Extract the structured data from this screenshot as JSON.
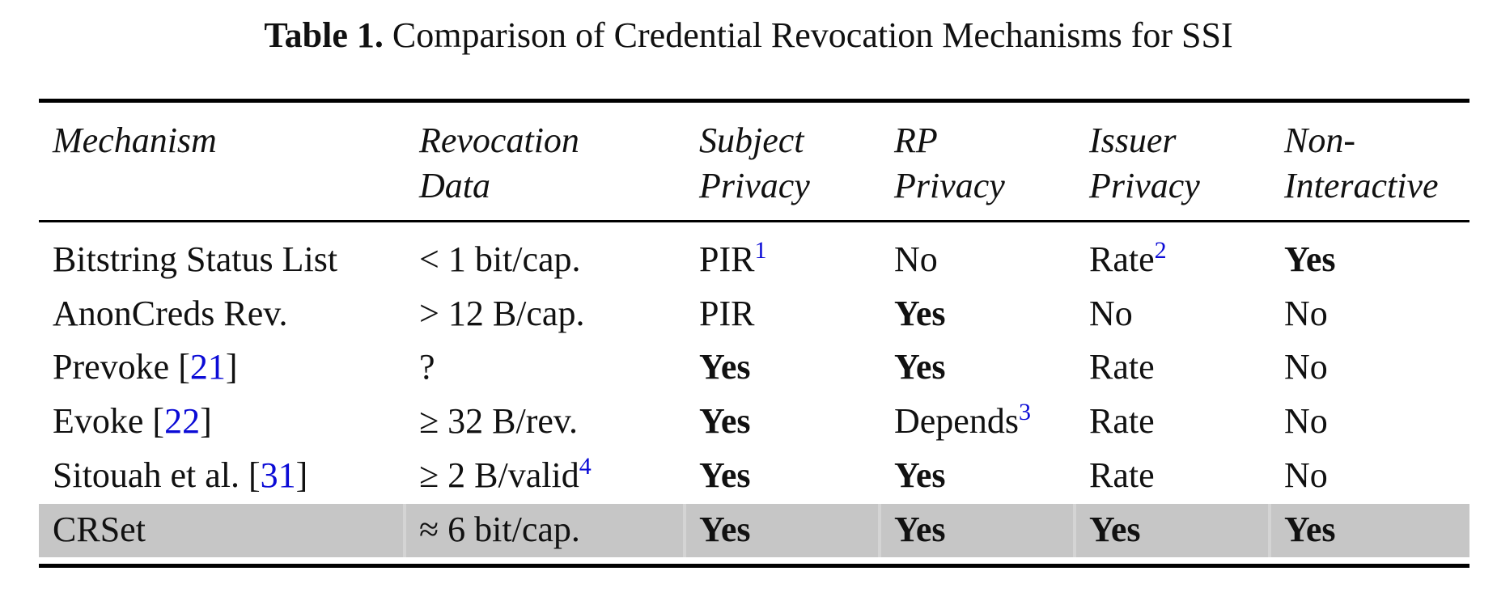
{
  "caption": {
    "label": "Table 1.",
    "text": "Comparison of Credential Revocation Mechanisms for SSI"
  },
  "table": {
    "headers": [
      [
        "Mechanism"
      ],
      [
        "Revocation",
        "Data"
      ],
      [
        "Subject",
        "Privacy"
      ],
      [
        "RP",
        "Privacy"
      ],
      [
        "Issuer",
        "Privacy"
      ],
      [
        "Non-",
        "Interactive"
      ]
    ],
    "rows": [
      {
        "mechanism": {
          "text": "Bitstring Status List",
          "ref": ""
        },
        "data": {
          "text": "< 1 bit/cap.",
          "note": ""
        },
        "subject": {
          "text": "PIR",
          "note": "1",
          "bold": false
        },
        "rp": {
          "text": "No",
          "note": "",
          "bold": false
        },
        "issuer": {
          "text": "Rate",
          "note": "2",
          "bold": false
        },
        "noninteractive": {
          "text": "Yes",
          "note": "",
          "bold": true
        }
      },
      {
        "mechanism": {
          "text": "AnonCreds Rev.",
          "ref": ""
        },
        "data": {
          "text": "> 12 B/cap.",
          "note": ""
        },
        "subject": {
          "text": "PIR",
          "note": "",
          "bold": false
        },
        "rp": {
          "text": "Yes",
          "note": "",
          "bold": true
        },
        "issuer": {
          "text": "No",
          "note": "",
          "bold": false
        },
        "noninteractive": {
          "text": "No",
          "note": "",
          "bold": false
        }
      },
      {
        "mechanism": {
          "text": "Prevoke ",
          "ref": "21"
        },
        "data": {
          "text": "?",
          "note": ""
        },
        "subject": {
          "text": "Yes",
          "note": "",
          "bold": true
        },
        "rp": {
          "text": "Yes",
          "note": "",
          "bold": true
        },
        "issuer": {
          "text": "Rate",
          "note": "",
          "bold": false
        },
        "noninteractive": {
          "text": "No",
          "note": "",
          "bold": false
        }
      },
      {
        "mechanism": {
          "text": "Evoke ",
          "ref": "22"
        },
        "data": {
          "text": "≥ 32 B/rev.",
          "note": ""
        },
        "subject": {
          "text": "Yes",
          "note": "",
          "bold": true
        },
        "rp": {
          "text": "Depends",
          "note": "3",
          "bold": false
        },
        "issuer": {
          "text": "Rate",
          "note": "",
          "bold": false
        },
        "noninteractive": {
          "text": "No",
          "note": "",
          "bold": false
        }
      },
      {
        "mechanism": {
          "text": "Sitouah et al. ",
          "ref": "31"
        },
        "data": {
          "text": "≥ 2 B/valid",
          "note": "4"
        },
        "subject": {
          "text": "Yes",
          "note": "",
          "bold": true
        },
        "rp": {
          "text": "Yes",
          "note": "",
          "bold": true
        },
        "issuer": {
          "text": "Rate",
          "note": "",
          "bold": false
        },
        "noninteractive": {
          "text": "No",
          "note": "",
          "bold": false
        }
      },
      {
        "mechanism": {
          "text": "CRSet",
          "ref": ""
        },
        "data": {
          "text": "≈ 6 bit/cap.",
          "note": ""
        },
        "subject": {
          "text": "Yes",
          "note": "",
          "bold": true
        },
        "rp": {
          "text": "Yes",
          "note": "",
          "bold": true
        },
        "issuer": {
          "text": "Yes",
          "note": "",
          "bold": true
        },
        "noninteractive": {
          "text": "Yes",
          "note": "",
          "bold": true
        },
        "highlighted": true
      }
    ]
  }
}
